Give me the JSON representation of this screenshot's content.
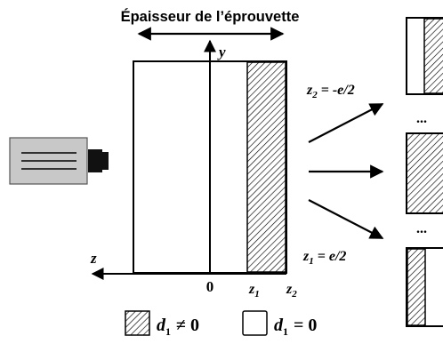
{
  "title": "Épaisseur de l’éprouvette",
  "axes": {
    "y_label": "y",
    "z_label": "z",
    "origin_label": "0",
    "z1_tick": {
      "main": "z",
      "sub": "1"
    },
    "z2_tick": {
      "main": "z",
      "sub": "2"
    }
  },
  "planes": {
    "top": {
      "main": "z",
      "sub": "2",
      "value": " = -e/2"
    },
    "bottom": {
      "main": "z",
      "sub": "1",
      "value": " = e/2"
    }
  },
  "ellipsis": "...",
  "legend": [
    {
      "main": "d",
      "sub": "1",
      "relation": "≠ 0",
      "swatch": "hatched"
    },
    {
      "main": "d",
      "sub": "1",
      "relation": "= 0",
      "swatch": "empty"
    }
  ],
  "colors": {
    "camera_body": "#c8c8c8",
    "camera_lens": "#111111",
    "line": "#000000",
    "hatch": "#000000"
  },
  "icons": [
    "camera-icon"
  ]
}
